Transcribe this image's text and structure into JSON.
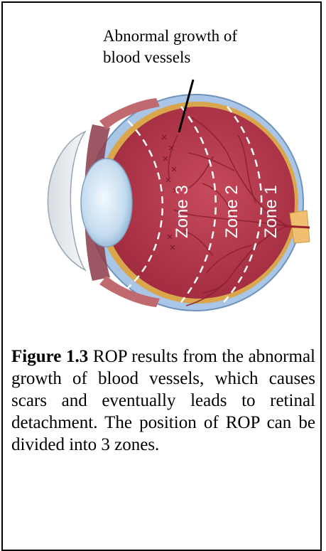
{
  "annotation": {
    "line1": "Abnormal growth of",
    "line2": "blood vessels"
  },
  "zones": {
    "zone1": "Zone 1",
    "zone2": "Zone 2",
    "zone3": "Zone 3"
  },
  "caption": {
    "figure_number": "Figure 1.3",
    "text": " ROP results from the abnormal growth of blood vessels, which causes scars and eventually leads to retinal detachment. The position of ROP can be divided into 3 zones."
  },
  "colors": {
    "sclera_outer": "#a9c6e6",
    "choroid": "#d8a24a",
    "vitreous": "#b83a4c",
    "lens": "#cfe6f6",
    "optic_nerve": "#f0c070"
  }
}
